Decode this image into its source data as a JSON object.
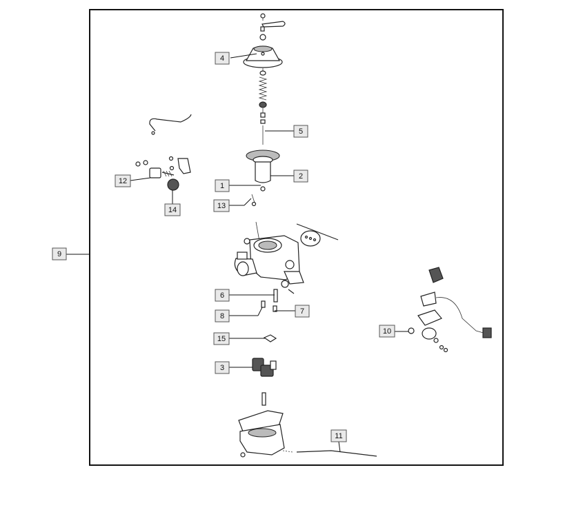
{
  "callouts": {
    "c1": "1",
    "c2": "2",
    "c3": "3",
    "c4": "4",
    "c5": "5",
    "c6": "6",
    "c7": "7",
    "c8": "8",
    "c9": "9",
    "c10": "10",
    "c11": "11",
    "c12": "12",
    "c13": "13",
    "c14": "14",
    "c15": "15"
  },
  "colors": {
    "frame": "#111111",
    "callout_fill": "#e9e9e9",
    "line": "#111111"
  }
}
